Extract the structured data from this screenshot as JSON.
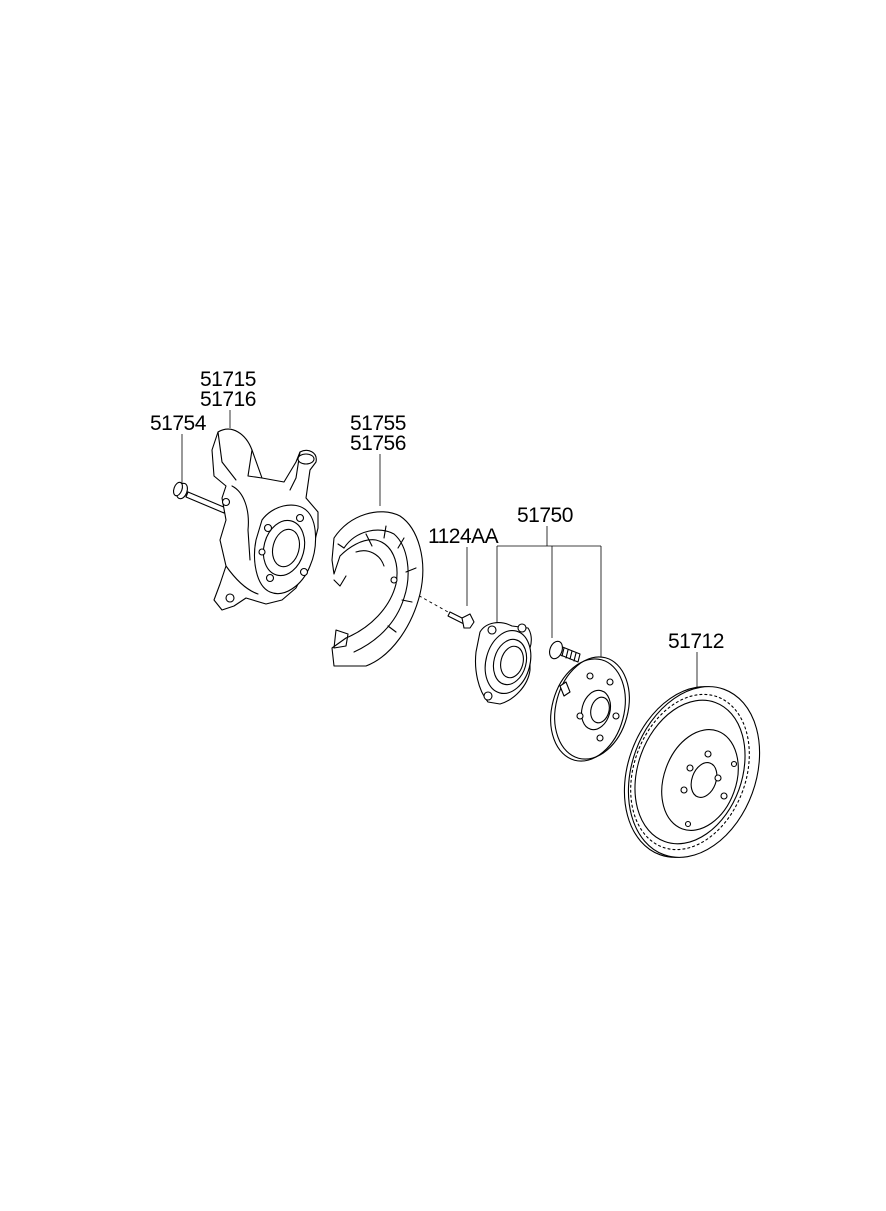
{
  "labels": {
    "knuckle_a": "51715",
    "knuckle_b": "51716",
    "bolt": "51754",
    "dust_cover_a": "51755",
    "dust_cover_b": "51756",
    "cover_bolt": "1124AA",
    "hub_assy": "51750",
    "brake_disc": "51712"
  }
}
